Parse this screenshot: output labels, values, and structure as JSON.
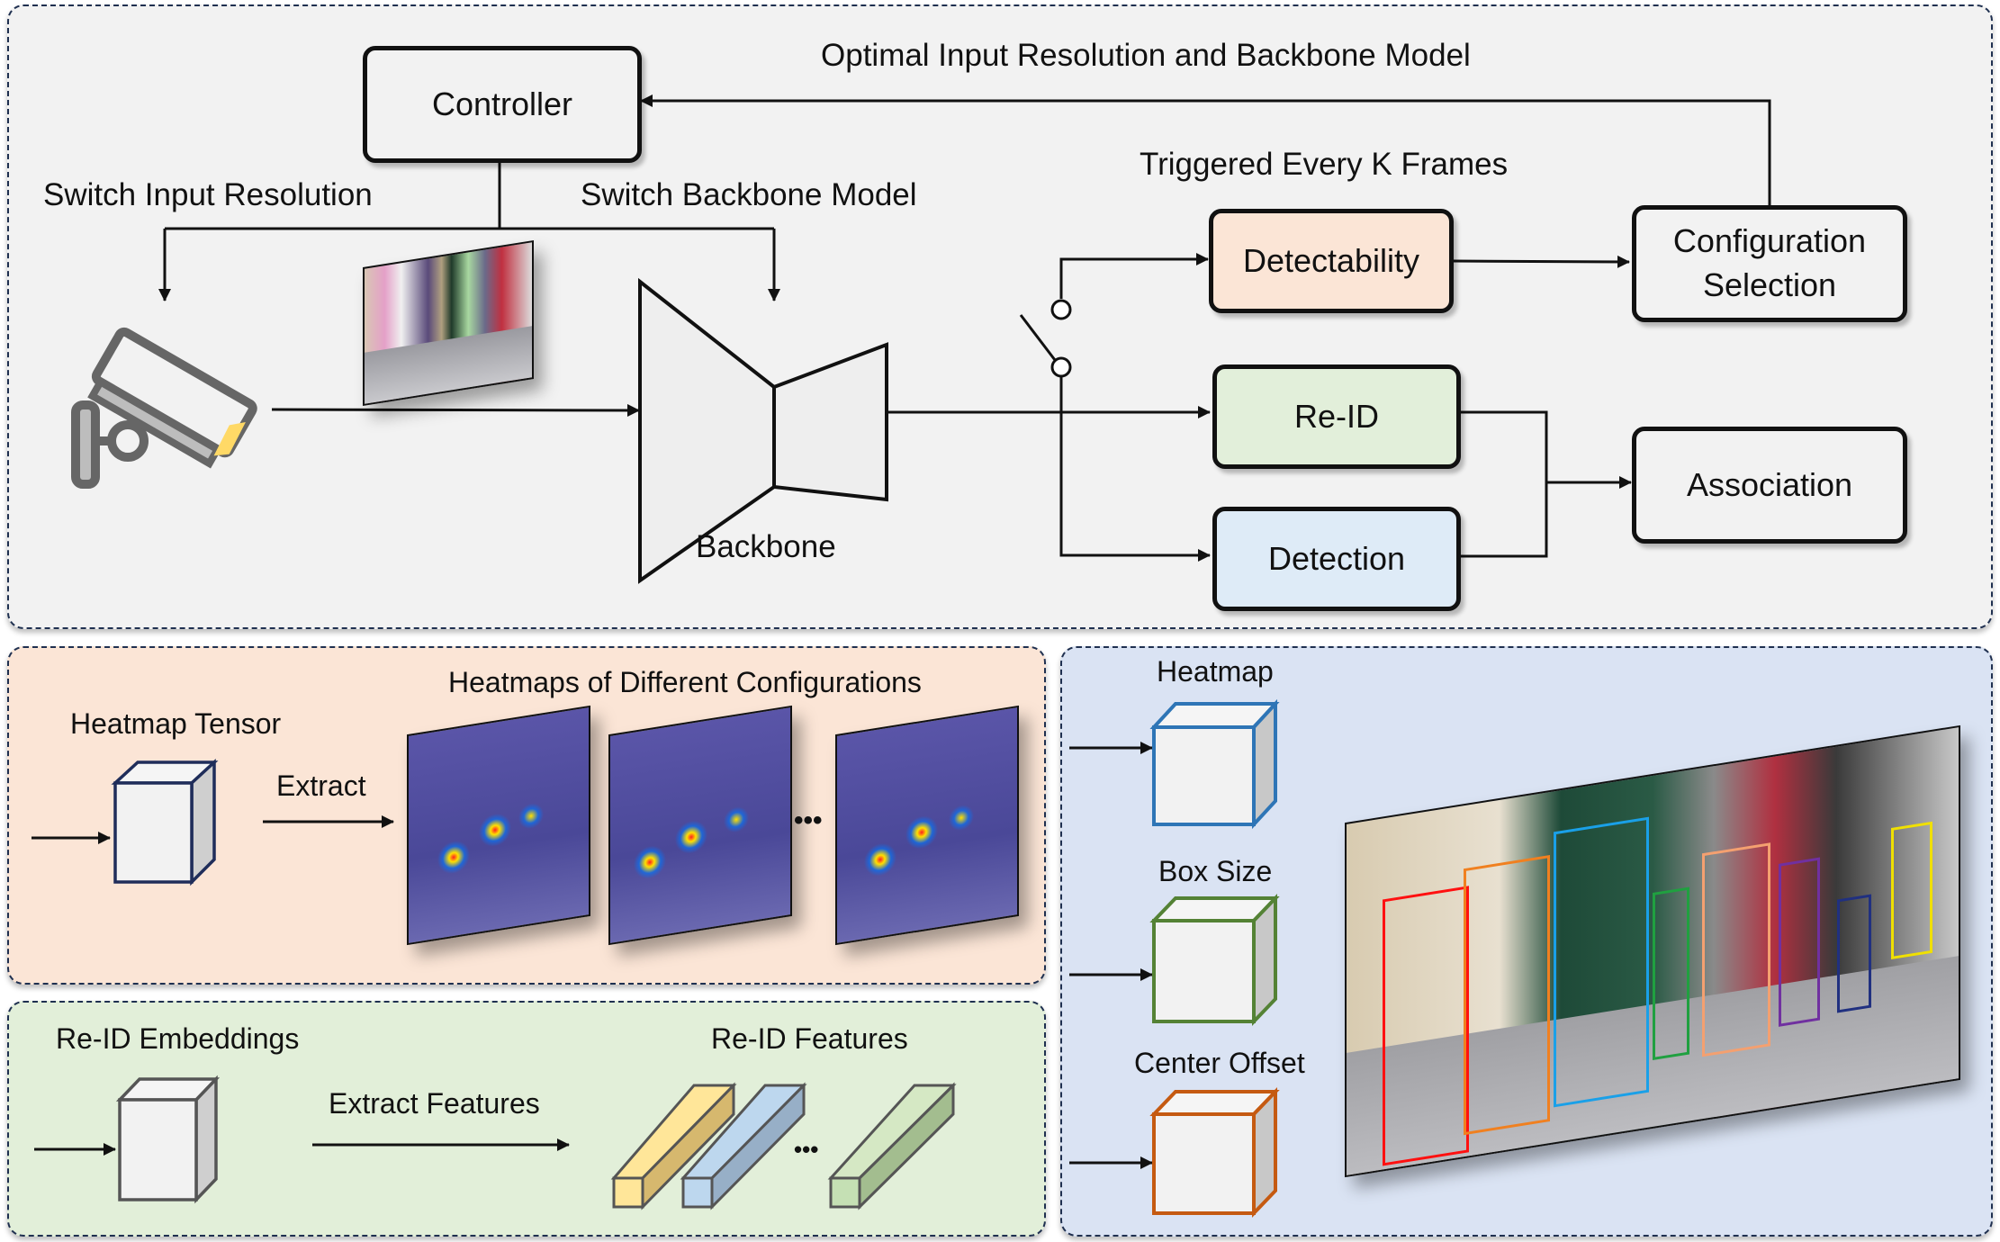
{
  "top_panel": {
    "controller": "Controller",
    "feedback_label": "Optimal Input Resolution and Backbone Model",
    "switch_resolution_label": "Switch Input Resolution",
    "switch_backbone_label": "Switch Backbone Model",
    "backbone_label": "Backbone",
    "trigger_label": "Triggered Every K Frames",
    "detectability": "Detectability",
    "configuration_selection": "Configuration Selection",
    "reid": "Re-ID",
    "detection": "Detection",
    "association": "Association",
    "icons": [
      "surveillance-camera-icon",
      "video-frame-image",
      "switch-icon"
    ]
  },
  "detectability_panel": {
    "heatmap_tensor_label": "Heatmap Tensor",
    "extract_label": "Extract",
    "heatmaps_title": "Heatmaps of Different Configurations",
    "ellipsis": "•••"
  },
  "reid_panel": {
    "embeddings_label": "Re-ID Embeddings",
    "extract_features_label": "Extract Features",
    "features_label": "Re-ID Features",
    "ellipsis": "•••"
  },
  "detection_panel": {
    "heatmap_label": "Heatmap",
    "box_size_label": "Box Size",
    "center_offset_label": "Center Offset"
  },
  "colors": {
    "top_bg": "#f2f2f2",
    "detectability_bg": "#fbe5d6",
    "reid_bg": "#e2efd9",
    "detection_bg": "#dae3f3",
    "detectability_box": "#fbe5d6",
    "reid_box": "#e2efda",
    "detection_box": "#deebf7",
    "heatmap_cube": "#2e75b6",
    "boxsize_cube": "#548235",
    "offset_cube": "#c55a11",
    "tensor_cube": "#1f2d5a",
    "feature_yellow": "#ffe699",
    "feature_blue": "#bdd7ee",
    "feature_green": "#c5e0b4"
  }
}
